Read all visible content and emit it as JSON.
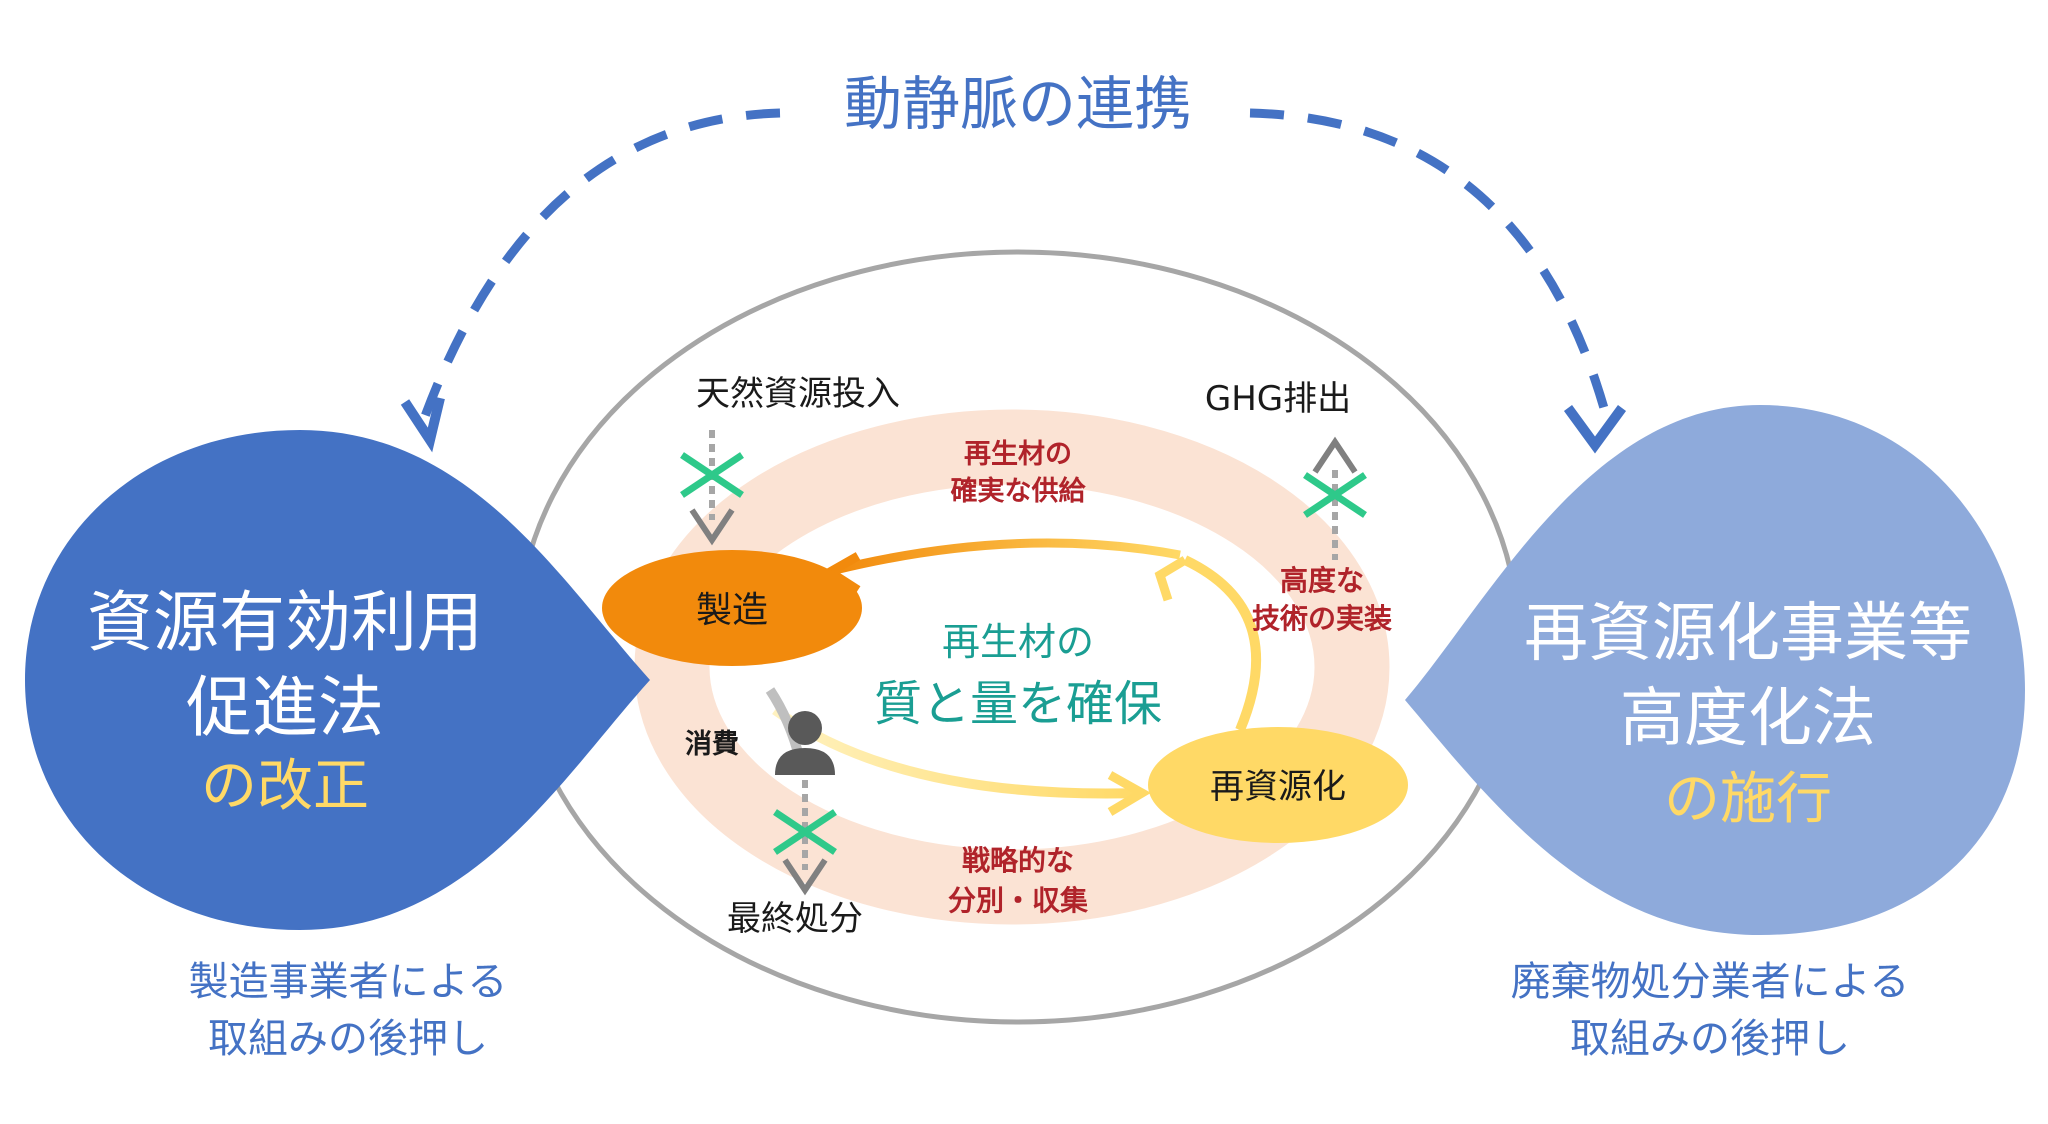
{
  "top": {
    "label": "動静脈の連携"
  },
  "left": {
    "title_line1": "資源有効利用",
    "title_line2": "促進法",
    "highlight": "の改正",
    "caption_line1": "製造事業者による",
    "caption_line2": "取組みの後押し"
  },
  "right": {
    "title_line1": "再資源化事業等",
    "title_line2": "高度化法",
    "highlight": "の施行",
    "caption_line1": "廃棄物処分業者による",
    "caption_line2": "取組みの後押し"
  },
  "cycle": {
    "input": "天然資源投入",
    "ghg": "GHG排出",
    "manufacture": "製造",
    "recycle": "再資源化",
    "consume": "消費",
    "disposal": "最終処分",
    "supply_line1": "再生材の",
    "supply_line2": "確実な供給",
    "tech_line1": "高度な",
    "tech_line2": "技術の実装",
    "sort_line1": "戦略的な",
    "sort_line2": "分別・収集",
    "center_line1": "再生材の",
    "center_line2": "質と量を確保"
  },
  "colors": {
    "blue_dark": "#4472c4",
    "blue_light": "#8eaadb",
    "highlight_yellow": "#ffd966",
    "orange": "#f28a0c",
    "yellow_node": "#ffd966",
    "red_text": "#b0232a",
    "teal_text": "#1a9e93",
    "cross_green": "#2ec98a",
    "ring_fill": "#fbe3d4"
  }
}
